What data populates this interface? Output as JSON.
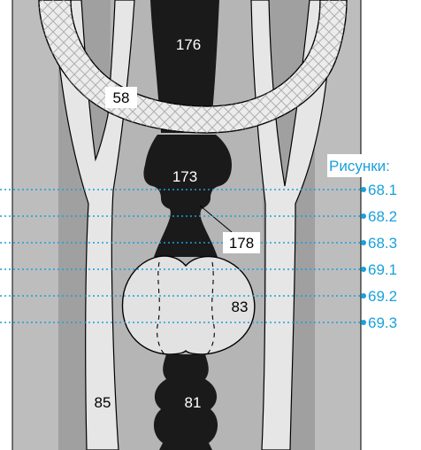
{
  "labels": {
    "l176": "176",
    "l58": "58",
    "l173": "173",
    "l178": "178",
    "l83": "83",
    "l85": "85",
    "l81": "81"
  },
  "legend": {
    "title": "Рисунки:",
    "refs": [
      "68.1",
      "68.2",
      "68.3",
      "69.1",
      "69.2",
      "69.3"
    ]
  },
  "colors": {
    "accent": "#1aa0dc",
    "tissue_dark": "#9c9c9c",
    "tissue_mid": "#b9b9b9",
    "tissue_light": "#e6e6e6",
    "organ": "#1a1a1a",
    "outline": "#000000"
  }
}
